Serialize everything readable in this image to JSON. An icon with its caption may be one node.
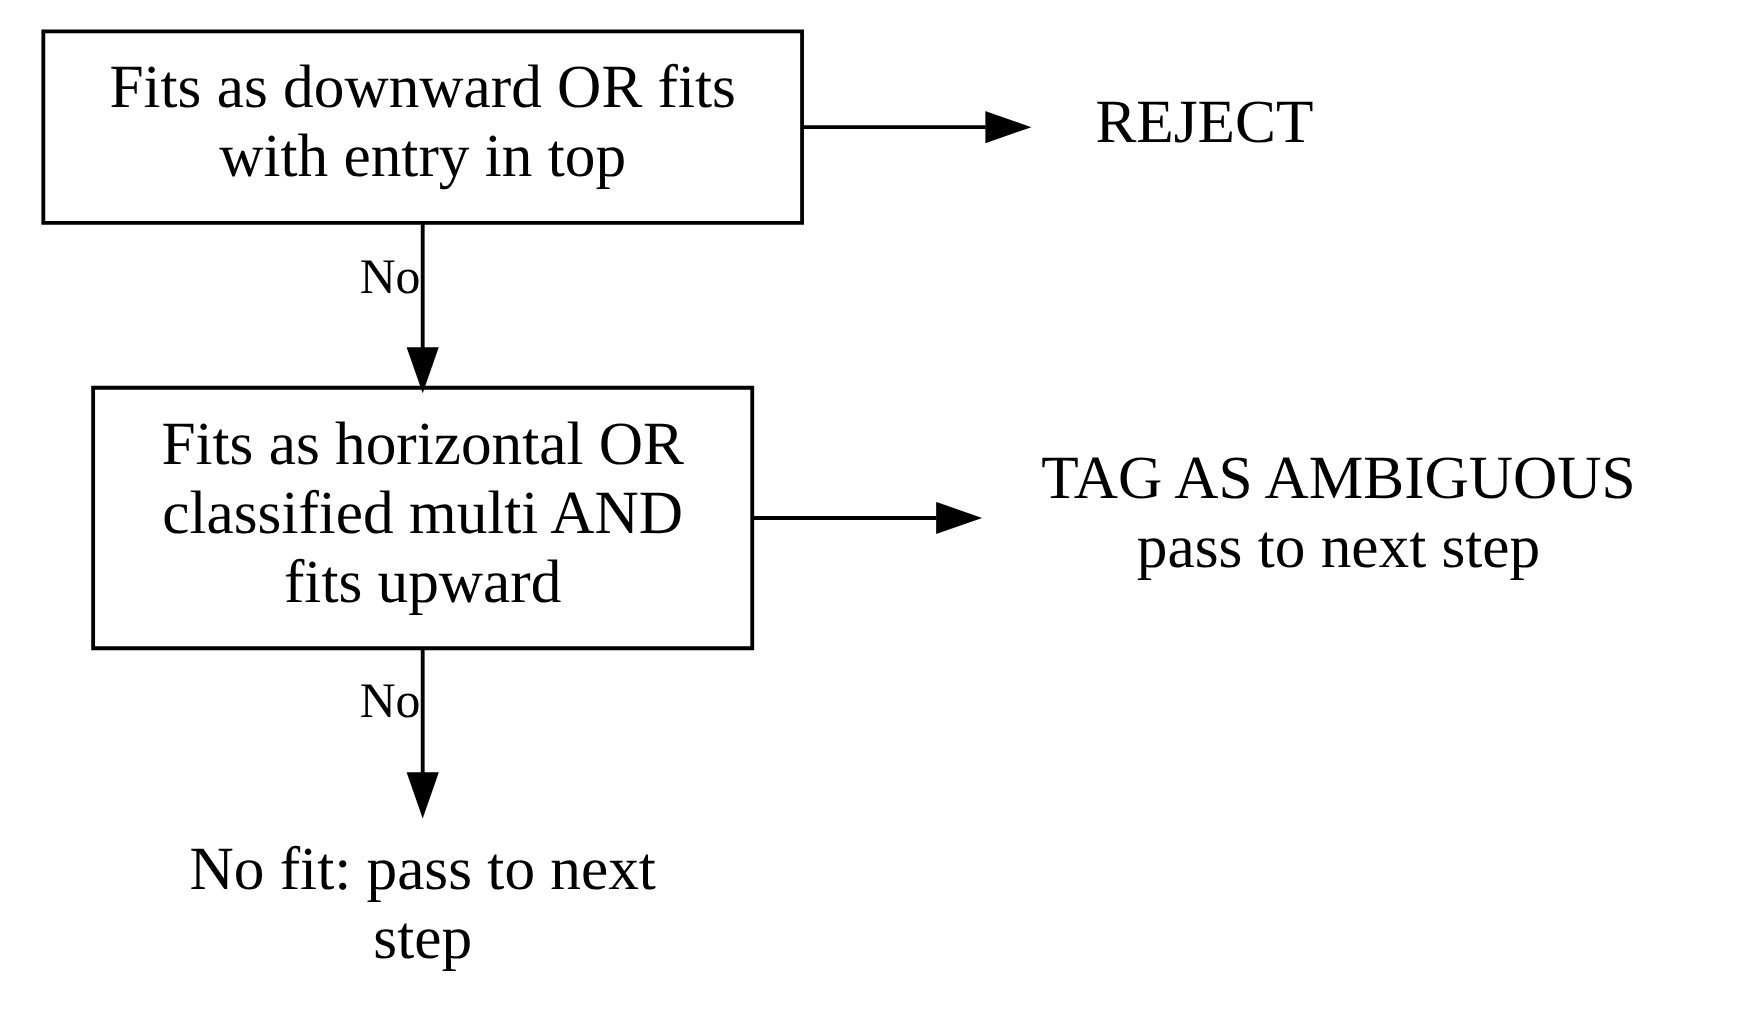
{
  "diagram": {
    "nodes": [
      {
        "text": [
          "Fits as downward OR fits with entry in top"
        ]
      },
      {
        "text": [
          "REJECT"
        ]
      },
      {
        "text": [
          "Fits as horizontal OR classified multi AND fits upward"
        ]
      },
      {
        "text": [
          "TAG AS AMBIGUOUS",
          "pass to next step"
        ]
      },
      {
        "text": [
          "No fit: pass to next step"
        ]
      }
    ],
    "edges": [
      {
        "from": 0,
        "to": 1,
        "arrow": "to"
      },
      {
        "from": 0,
        "to": 2,
        "arrow": "to",
        "label": "No"
      },
      {
        "from": 2,
        "to": 3,
        "arrow": "to"
      },
      {
        "from": 2,
        "to": 4,
        "arrow": "to",
        "label": "No"
      }
    ]
  }
}
